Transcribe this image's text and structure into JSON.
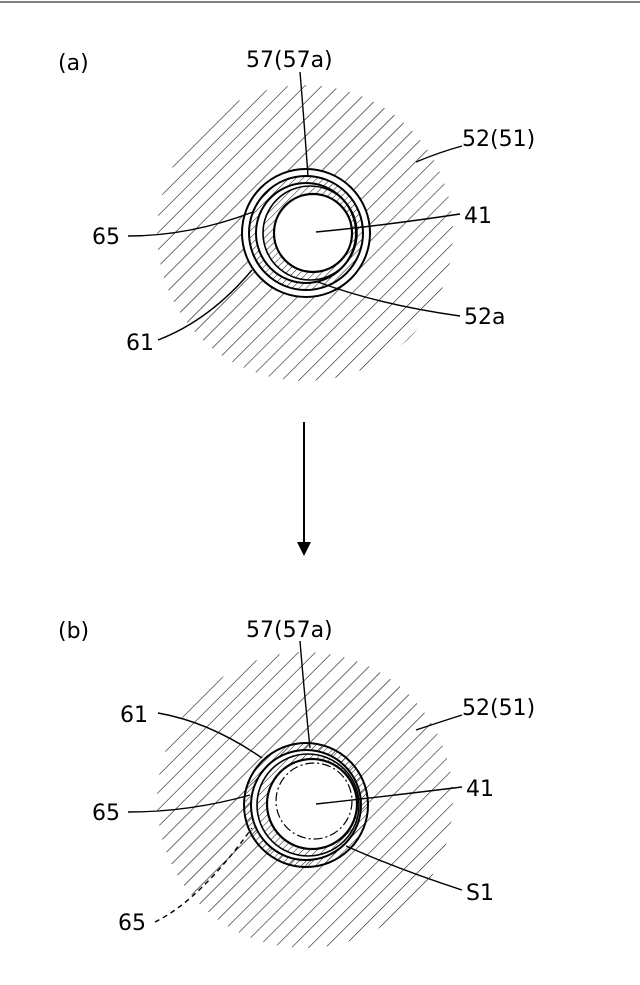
{
  "figure_a": {
    "panel_label": "(a)",
    "labels": {
      "part_57": "57(57a)",
      "part_52": "52(51)",
      "part_65": "65",
      "part_41": "41",
      "part_61": "61",
      "part_52a": "52a"
    }
  },
  "figure_b": {
    "panel_label": "(b)",
    "labels": {
      "part_57": "57(57a)",
      "part_61": "61",
      "part_52": "52(51)",
      "part_65": "65",
      "part_41": "41",
      "part_65_dashed": "65",
      "part_s1": "S1"
    }
  }
}
